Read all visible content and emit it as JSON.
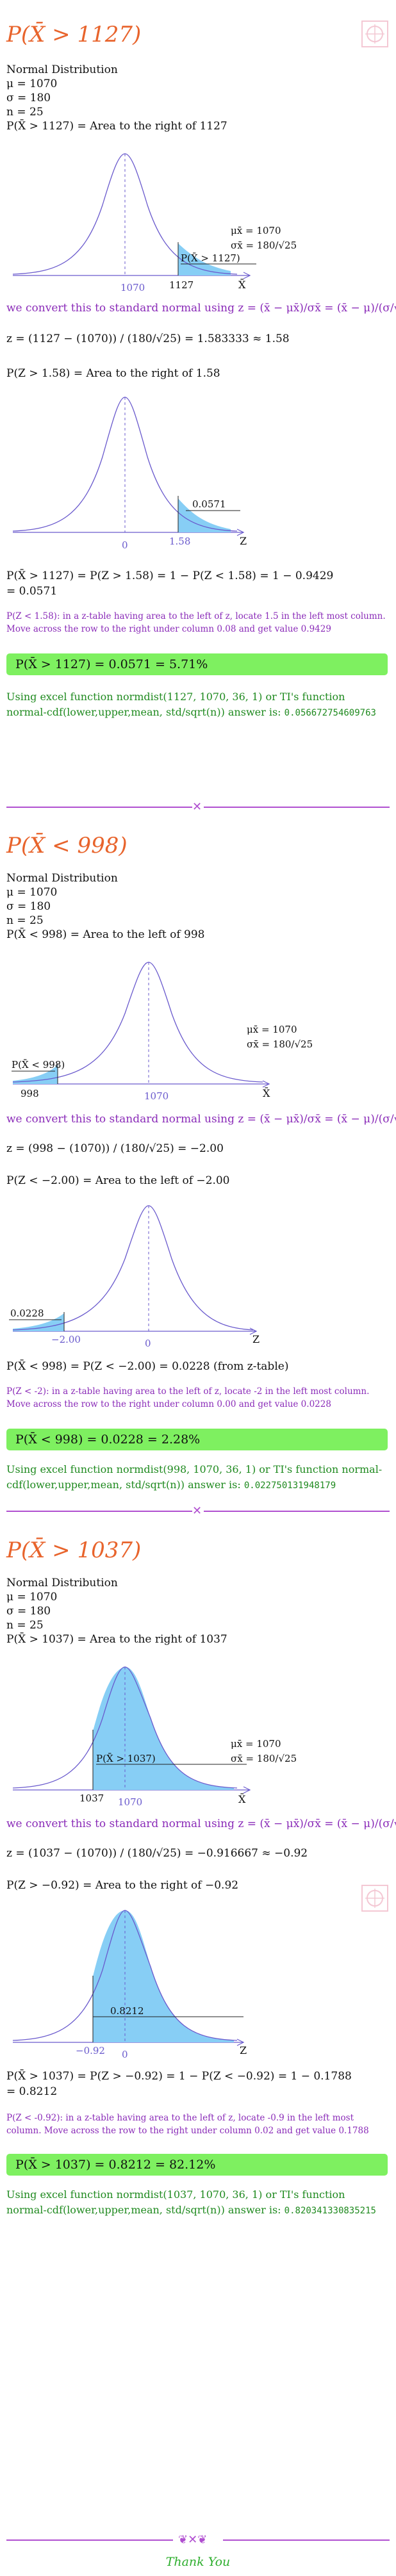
{
  "sections": [
    {
      "heading": "P(X̄ > 1127)",
      "dist_title": "Normal Distribution",
      "mu": "μ = 1070",
      "sigma": "σ = 180",
      "n": "n = 25",
      "area_statement": "P(X̄ > 1127) = Area to the right of 1127",
      "curve1": {
        "mean_label": "1070",
        "value_label": "1127",
        "axis_label": "X̄",
        "region_label": "P(X̄ > 1127)",
        "mu_x": "μx̄ = 1070",
        "sigma_x": "σx̄ = 180/√25"
      },
      "convert_text": "we convert this to standard normal using z = (x̄ − μx̄)/σx̄ = (x̄ − μ)/(σ/√n)",
      "z_calc": "z = (1127 − (1070)) / (180/√25) = 1.583333 ≈ 1.58",
      "z_area_statement": "P(Z > 1.58) = Area to the right of 1.58",
      "curve2": {
        "mean_label": "0",
        "value_label": "1.58",
        "axis_label": "Z",
        "area_value": "0.0571"
      },
      "prob_line1": "P(X̄ > 1127) = P(Z > 1.58) = 1 − P(Z < 1.58) = 1 − 0.9429",
      "prob_line2": "= 0.0571",
      "note": "P(Z < 1.58): in a z-table having area to the left of z, locate 1.5 in the left most column. Move across the row to the right under column 0.08 and get value 0.9429",
      "result": "P(X̄ > 1127) = 0.0571 = 5.71%",
      "excel_text": "Using excel function normdist(1127, 1070, 36, 1) or TI's function normal-cdf(lower,upper,mean, std/sqrt(n)) answer is:",
      "excel_answer": "0.056672754609763"
    },
    {
      "heading": "P(X̄ < 998)",
      "dist_title": "Normal Distribution",
      "mu": "μ = 1070",
      "sigma": "σ = 180",
      "n": "n = 25",
      "area_statement": "P(X̄ < 998) = Area to the left of 998",
      "curve1": {
        "mean_label": "1070",
        "value_label": "998",
        "axis_label": "X̄",
        "region_label": "P(X̄ < 998)",
        "mu_x": "μx̄ = 1070",
        "sigma_x": "σx̄ = 180/√25"
      },
      "convert_text": "we convert this to standard normal using z = (x̄ − μx̄)/σx̄ = (x̄ − μ)/(σ/√n)",
      "z_calc": "z = (998 − (1070)) / (180/√25) = −2.00",
      "z_area_statement": "P(Z < −2.00) = Area to the left of −2.00",
      "curve2": {
        "mean_label": "0",
        "value_label": "−2.00",
        "axis_label": "Z",
        "area_value": "0.0228"
      },
      "prob_line1": "P(X̄ < 998) = P(Z < −2.00) = 0.0228 (from z-table)",
      "prob_line2": "",
      "note": "P(Z < -2): in a z-table having area to the left of z, locate -2 in the left most column. Move across the row to the right under column 0.00 and get value 0.0228",
      "result": "P(X̄ < 998) = 0.0228 = 2.28%",
      "excel_text": "Using excel function normdist(998, 1070, 36, 1) or TI's function normal-cdf(lower,upper,mean, std/sqrt(n)) answer is:",
      "excel_answer": "0.022750131948179"
    },
    {
      "heading": "P(X̄ > 1037)",
      "dist_title": "Normal Distribution",
      "mu": "μ = 1070",
      "sigma": "σ = 180",
      "n": "n = 25",
      "area_statement": "P(X̄ > 1037) = Area to the right of 1037",
      "curve1": {
        "mean_label": "1070",
        "value_label": "1037",
        "axis_label": "X̄",
        "region_label": "P(X̄ > 1037)",
        "mu_x": "μx̄ = 1070",
        "sigma_x": "σx̄ = 180/√25"
      },
      "convert_text": "we convert this to standard normal using z = (x̄ − μx̄)/σx̄ = (x̄ − μ)/(σ/√n)",
      "z_calc": "z = (1037 − (1070)) / (180/√25) = −0.916667 ≈ −0.92",
      "z_area_statement": "P(Z > −0.92) = Area to the right of −0.92",
      "curve2": {
        "mean_label": "0",
        "value_label": "−0.92",
        "axis_label": "Z",
        "area_value": "0.8212"
      },
      "prob_line1": "P(X̄ > 1037) = P(Z > −0.92) = 1 − P(Z < −0.92) = 1 − 0.1788",
      "prob_line2": "= 0.8212",
      "note": "P(Z < -0.92): in a z-table having area to the left of z, locate -0.9 in the left most column. Move across the row to the right under column 0.02 and get value 0.1788",
      "result": "P(X̄ > 1037) = 0.8212 = 82.12%",
      "excel_text": "Using excel function normdist(1037, 1070, 36, 1) or TI's function normal-cdf(lower,upper,mean, std/sqrt(n)) answer is:",
      "excel_answer": "0.820341330835215"
    }
  ],
  "thank_you": "Thank You",
  "colors": {
    "heading": "#e8642c",
    "purple": "#8a2bb8",
    "curve": "#6a5acd",
    "shade": "#87cef5",
    "result_bg": "#7ef060",
    "green_text": "#1f8a1f"
  }
}
